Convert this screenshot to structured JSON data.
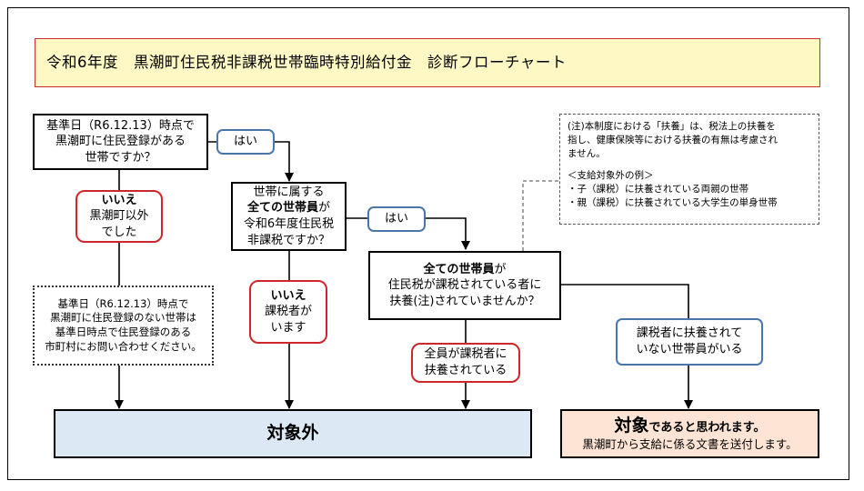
{
  "title": "令和6年度　黒潮町住民税非課税世帯臨時特別給付金　診断フローチャート",
  "q1": {
    "lines": [
      "基準日（R6.12.13）時点で",
      "黒潮町に住民登録がある",
      "世帯ですか？"
    ]
  },
  "q2": {
    "line1": "世帯に属する",
    "line2_bold": "全ての世帯員",
    "line2_rest": "が",
    "line3": "令和6年度住民税",
    "line4": "非課税ですか？"
  },
  "q3": {
    "line1_bold": "全ての世帯員",
    "line1_rest": "が",
    "line2": "住民税が課税されている者に",
    "line3": "扶養(注)されていませんか？"
  },
  "yes1": "はい",
  "yes2": "はい",
  "no1": {
    "head": "いいえ",
    "lines": [
      "黒潮町以外",
      "でした"
    ]
  },
  "no2": {
    "head": "いいえ",
    "lines": [
      "課税者が",
      "います"
    ]
  },
  "no3": {
    "lines": [
      "全員が課税者に",
      "扶養されている"
    ]
  },
  "yes3": {
    "lines": [
      "課税者に扶養されて",
      "いない世帯員がいる"
    ]
  },
  "dotted": {
    "lines": [
      "基準日（R6.12.13）時点で",
      "黒潮町に住民登録のない世帯は",
      "基準日時点で住民登録のある",
      "市町村にお問い合わせください。"
    ]
  },
  "note": {
    "lines": [
      "(注)本制度における「扶養」は、税法上の扶養を",
      "指し、健康保険等における扶養の有無は考慮され",
      "ません。",
      "",
      "＜支給対象外の例＞",
      "・子（課税）に扶養されている両親の世帯",
      "・親（課税）に扶養されている大学生の単身世帯"
    ]
  },
  "outside": "対象外",
  "target": {
    "big": "対象",
    "mid": "であると思われます。",
    "sub": "黒潮町から支給に係る文書を送付します。"
  }
}
